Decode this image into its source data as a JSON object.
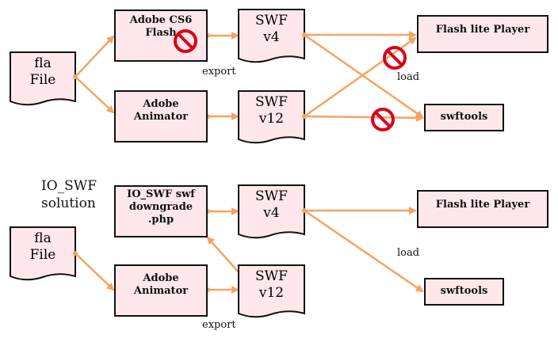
{
  "top": {
    "fla": "fla\nFile",
    "cs6": "Adobe CS6\nFlash",
    "animator": "Adobe\nAnimator",
    "swf4": "SWF\nv4",
    "swf12": "SWF\nv12",
    "flashlite": "Flash lite Player",
    "swftools": "swftools",
    "export": "export",
    "load": "load"
  },
  "bottom": {
    "title": "IO_SWF\nsolution",
    "fla": "fla\nFile",
    "downgrade": "IO_SWF swf\ndowngrade\n.php",
    "animator": "Adobe\nAnimator",
    "swf4": "SWF\nv4",
    "swf12": "SWF\nv12",
    "flashlite": "Flash lite Player",
    "swftools": "swftools",
    "export": "export",
    "load": "load"
  },
  "colors": {
    "box_fill": "#fde7ea",
    "arrow": "#f4a460",
    "forbid": "#d9001b"
  },
  "icons": {
    "forbidden": "no-entry-icon"
  }
}
